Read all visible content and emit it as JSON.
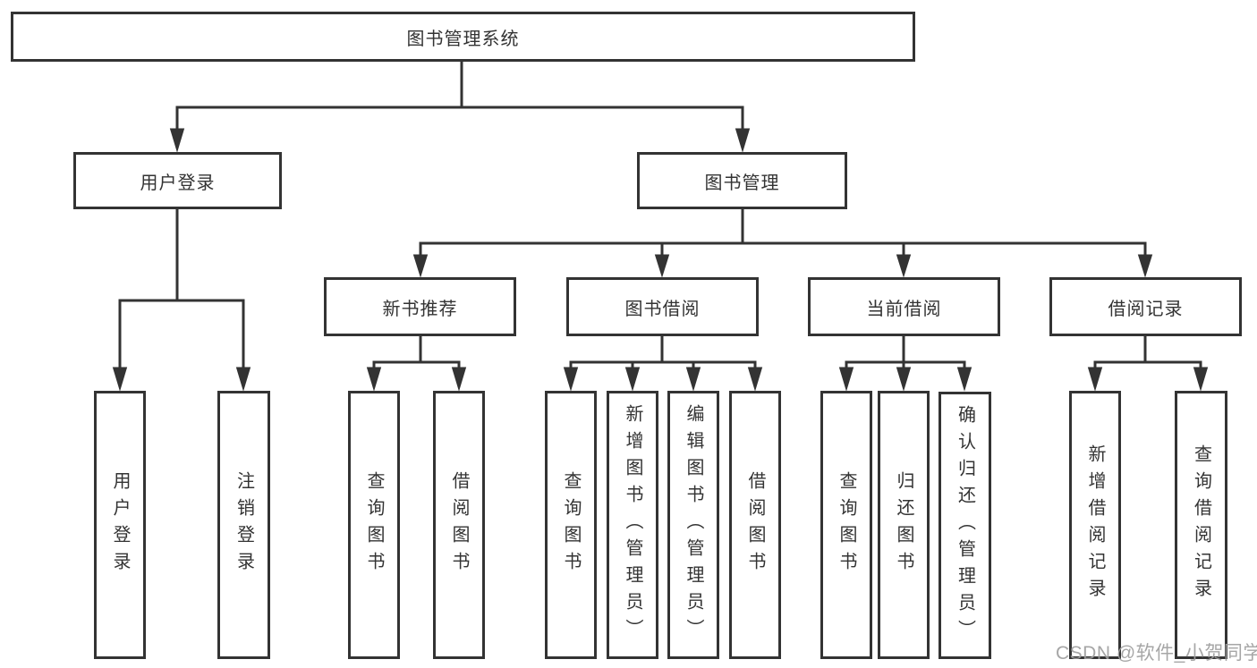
{
  "diagram": {
    "watermark": "CSDN @软件_小贺同学",
    "colors": {
      "line": "#333333",
      "box_border": "#333333",
      "box_fill": "#ffffff",
      "text": "#333333",
      "watermark": "#9e9e9e",
      "background": "#ffffff"
    },
    "root": {
      "label": "图书管理系统"
    },
    "level2": [
      {
        "label": "用户登录",
        "children": [
          {
            "label": "用户登录"
          },
          {
            "label": "注销登录"
          }
        ]
      },
      {
        "label": "图书管理",
        "children": [
          {
            "label": "新书推荐",
            "children": [
              {
                "label": "查询图书"
              },
              {
                "label": "借阅图书"
              }
            ]
          },
          {
            "label": "图书借阅",
            "children": [
              {
                "label": "查询图书"
              },
              {
                "label": "新增图书（管理员）"
              },
              {
                "label": "编辑图书（管理员）"
              },
              {
                "label": "借阅图书"
              }
            ]
          },
          {
            "label": "当前借阅",
            "children": [
              {
                "label": "查询图书"
              },
              {
                "label": "归还图书"
              },
              {
                "label": "确认归还（管理员）"
              }
            ]
          },
          {
            "label": "借阅记录",
            "children": [
              {
                "label": "新增借阅记录"
              },
              {
                "label": "查询借阅记录"
              }
            ]
          }
        ]
      }
    ]
  }
}
